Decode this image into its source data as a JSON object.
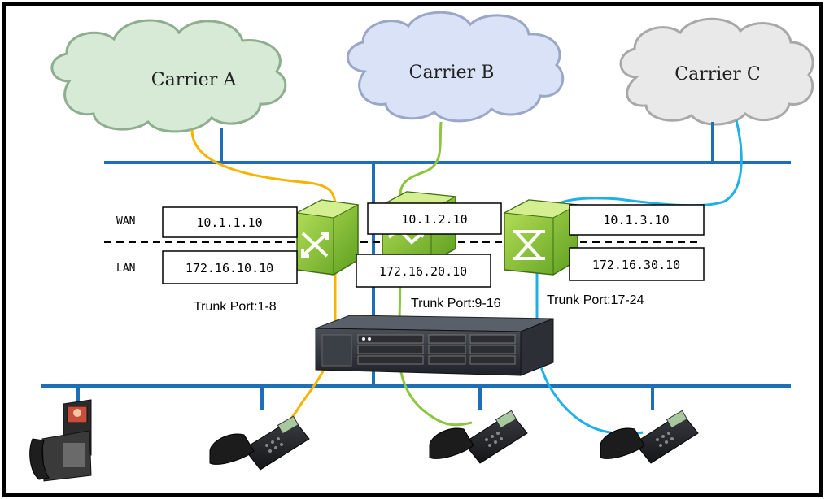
{
  "carriers": [
    {
      "label": "Carrier A",
      "color": "#d6ead6"
    },
    {
      "label": "Carrier B",
      "color": "#d9e2f7"
    },
    {
      "label": "Carrier C",
      "color": "#e9e9e9"
    }
  ],
  "zones": {
    "wan": "WAN",
    "lan": "LAN"
  },
  "routers": [
    {
      "wan_ip": "10.1.1.10",
      "lan_ip": "172.16.10.10",
      "trunk": "Trunk Port:1-8",
      "link_color": "#f5b400"
    },
    {
      "wan_ip": "10.1.2.10",
      "lan_ip": "172.16.20.10",
      "trunk": "Trunk Port:9-16",
      "link_color": "#8cc63f"
    },
    {
      "wan_ip": "10.1.3.10",
      "lan_ip": "172.16.30.10",
      "trunk": "Trunk Port:17-24",
      "link_color": "#1fb1e6"
    }
  ],
  "bus_color": "#1f6fb8"
}
